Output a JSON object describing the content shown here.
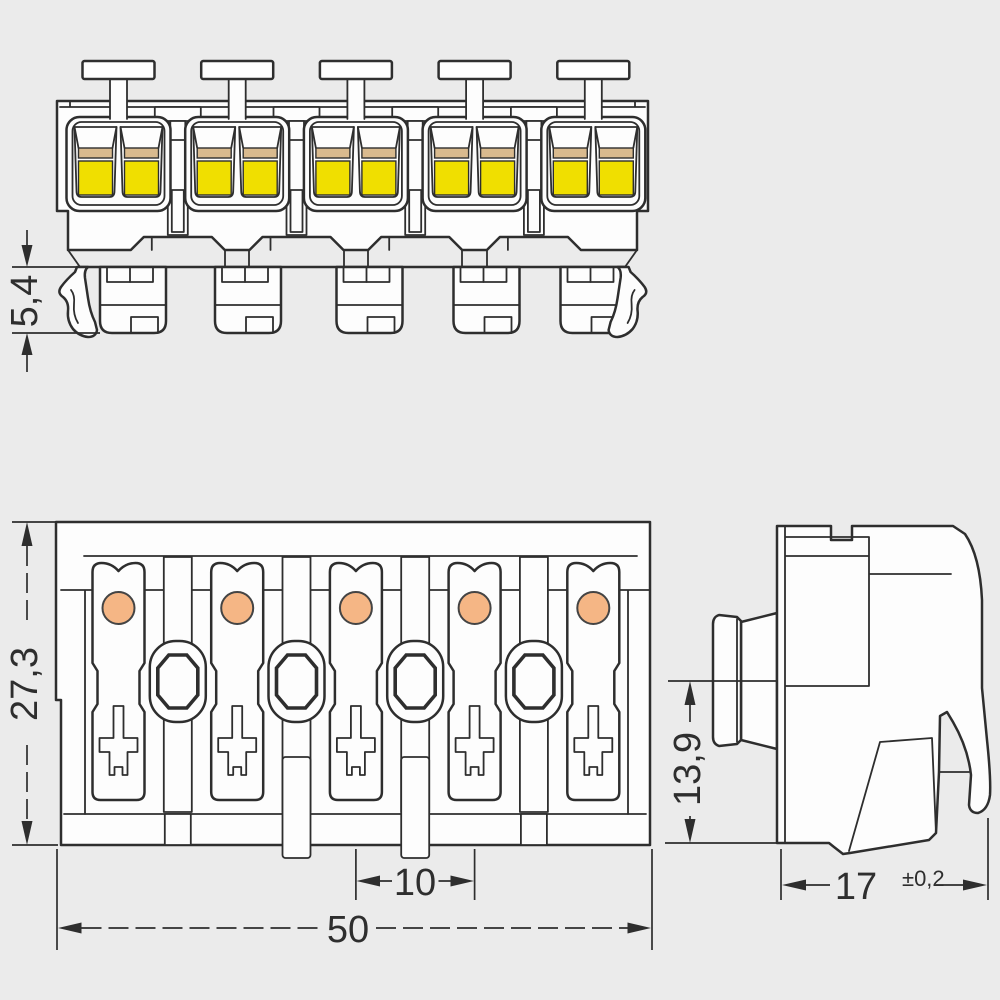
{
  "drawing": {
    "title": "terminal-block-dimensional-drawing",
    "pole_count": 5,
    "views": {
      "front": "front-elevation",
      "plan": "top-plan",
      "side": "side-profile"
    },
    "dimensions": {
      "clamping_range": "5,4",
      "plan_height": "27,3",
      "pole_pitch": "10",
      "overall_width": "50",
      "side_height": "13,9",
      "depth": "17",
      "depth_tolerance": "±0,2"
    },
    "colors": {
      "background": "#ebebeb",
      "paper_white": "#fdfdfd",
      "line": "#2e2e2e",
      "wire_entry_yellow": "#f0df00",
      "clamp_tan": "#d9ba8e",
      "port_orange": "#f5b685"
    }
  }
}
